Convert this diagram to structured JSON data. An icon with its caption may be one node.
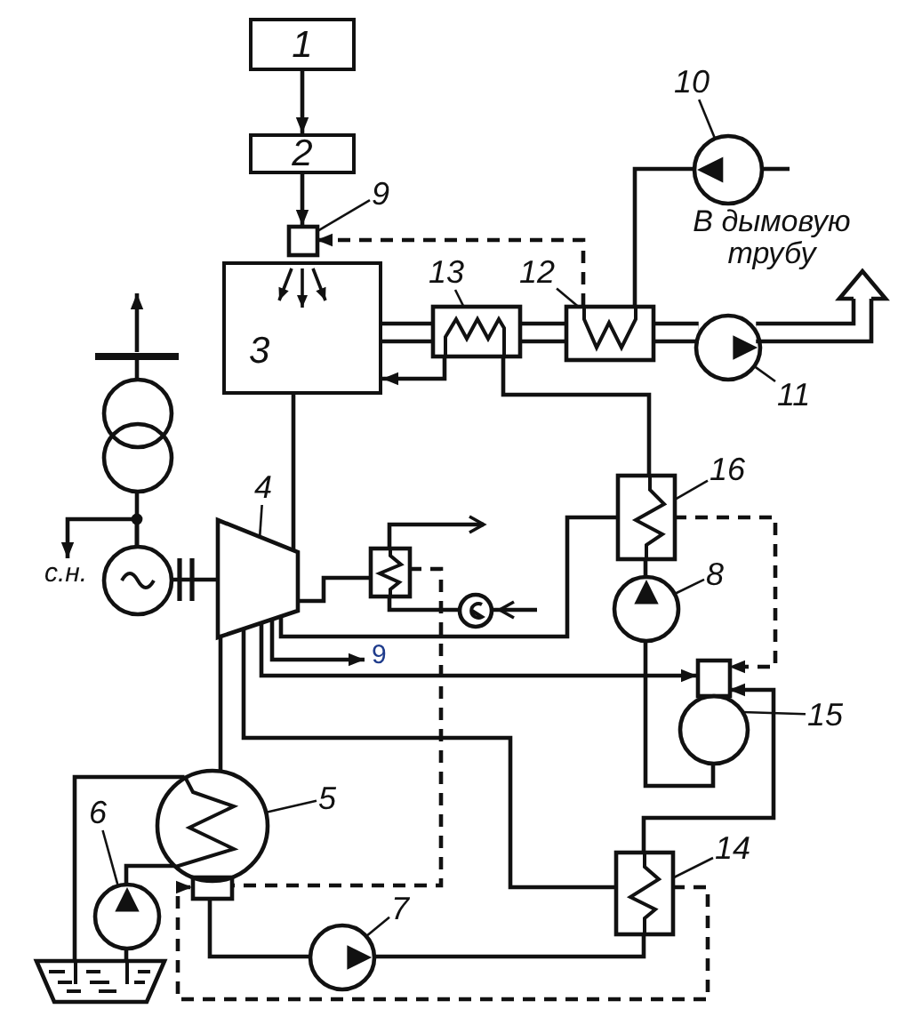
{
  "diagram": {
    "nodes": [
      {
        "text": [
          "1"
        ]
      },
      {
        "text": [
          "2"
        ]
      },
      {
        "text": [
          "9"
        ]
      },
      {
        "text": [],
        "shape": "box"
      },
      {
        "text": [
          "3"
        ]
      },
      {
        "text": [
          "10"
        ]
      },
      {
        "text": [],
        "shape": "circle"
      },
      {
        "text": [
          "13"
        ]
      },
      {
        "text": [
          "12"
        ]
      },
      {
        "text": [],
        "shape": "box"
      },
      {
        "text": [],
        "shape": "box"
      },
      {
        "text": [],
        "shape": "circle"
      },
      {
        "text": [
          "11"
        ]
      },
      {
        "text": [
          "16"
        ]
      },
      {
        "text": [],
        "shape": "box"
      },
      {
        "text": [
          "4"
        ]
      },
      {
        "text": [],
        "shape": "trapezoid"
      },
      {
        "text": [],
        "shape": "bar"
      },
      {
        "text": [],
        "shape": "circle"
      },
      {
        "text": [],
        "shape": "circle"
      },
      {
        "text": [
          "с.н."
        ]
      },
      {
        "text": [],
        "shape": "box"
      },
      {
        "text": [],
        "shape": "circle"
      },
      {
        "text": [
          "8"
        ]
      },
      {
        "text": [],
        "shape": "circle"
      },
      {
        "text": [
          "9"
        ]
      },
      {
        "text": [],
        "shape": "circle"
      },
      {
        "text": [
          "15"
        ]
      },
      {
        "text": [
          "5"
        ]
      },
      {
        "text": [],
        "shape": "circle"
      },
      {
        "text": [
          "6"
        ]
      },
      {
        "text": [],
        "shape": "circle"
      },
      {
        "text": [],
        "shape": "box"
      },
      {
        "text": [
          "7"
        ]
      },
      {
        "text": [],
        "shape": "circle"
      },
      {
        "text": [
          "14"
        ]
      },
      {
        "text": [],
        "shape": "box"
      },
      {
        "text": [],
        "shape": "tank"
      },
      {
        "text": [
          "В дымовую трубу"
        ]
      }
    ],
    "edges": [
      {
        "from": 0,
        "to": 1,
        "arrow": "to"
      },
      {
        "from": 1,
        "to": 3,
        "arrow": "to"
      },
      {
        "from": 2,
        "to": 3,
        "arrow": "none"
      },
      {
        "from": 10,
        "to": 3,
        "arrow": "to",
        "style": "dashed"
      },
      {
        "from": 6,
        "to": 10,
        "arrow": "none"
      },
      {
        "from": 5,
        "to": 6,
        "arrow": "none"
      },
      {
        "from": 4,
        "to": 9,
        "arrow": "none",
        "style": "thick"
      },
      {
        "from": 9,
        "to": 10,
        "arrow": "none",
        "style": "thick"
      },
      {
        "from": 10,
        "to": 11,
        "arrow": "none",
        "style": "thick"
      },
      {
        "from": 11,
        "to": 38,
        "arrow": "to",
        "style": "thick"
      },
      {
        "from": 7,
        "to": 9,
        "arrow": "none"
      },
      {
        "from": 8,
        "to": 10,
        "arrow": "none"
      },
      {
        "from": 12,
        "to": 11,
        "arrow": "none"
      },
      {
        "from": 9,
        "to": 4,
        "arrow": "to"
      },
      {
        "from": 14,
        "to": 9,
        "arrow": "none"
      },
      {
        "from": 13,
        "to": 14,
        "arrow": "none"
      },
      {
        "from": 4,
        "to": 16,
        "arrow": "none"
      },
      {
        "from": 15,
        "to": 16,
        "arrow": "none"
      },
      {
        "from": 16,
        "to": 19,
        "arrow": "none"
      },
      {
        "from": 19,
        "to": 18,
        "arrow": "none"
      },
      {
        "from": 18,
        "to": 17,
        "arrow": "none"
      },
      {
        "from": 17,
        "to": null,
        "arrow": "to"
      },
      {
        "from": 19,
        "to": 20,
        "arrow": "to"
      },
      {
        "from": 16,
        "to": 21,
        "arrow": "none"
      },
      {
        "from": 21,
        "to": null,
        "arrow": "to"
      },
      {
        "from": null,
        "to": 22,
        "arrow": "to"
      },
      {
        "from": 22,
        "to": 21,
        "arrow": "none"
      },
      {
        "from": 16,
        "to": 14,
        "arrow": "none"
      },
      {
        "from": 16,
        "to": 25,
        "arrow": "to"
      },
      {
        "from": 16,
        "to": 26,
        "arrow": "to"
      },
      {
        "from": 16,
        "to": 29,
        "arrow": "none"
      },
      {
        "from": 16,
        "to": 36,
        "arrow": "none"
      },
      {
        "from": 21,
        "to": 32,
        "arrow": "none",
        "style": "dashed"
      },
      {
        "from": 24,
        "to": 14,
        "arrow": "none"
      },
      {
        "from": 14,
        "to": 26,
        "arrow": "to",
        "style": "dashed"
      },
      {
        "from": 23,
        "to": 24,
        "arrow": "none"
      },
      {
        "from": 26,
        "to": 24,
        "arrow": "none"
      },
      {
        "from": 27,
        "to": 26,
        "arrow": "none"
      },
      {
        "from": 36,
        "to": 26,
        "arrow": "to"
      },
      {
        "from": 28,
        "to": 29,
        "arrow": "none"
      },
      {
        "from": 37,
        "to": 31,
        "arrow": "none"
      },
      {
        "from": 31,
        "to": 29,
        "arrow": "none"
      },
      {
        "from": 29,
        "to": 37,
        "arrow": "none"
      },
      {
        "from": 30,
        "to": 31,
        "arrow": "none"
      },
      {
        "from": 32,
        "to": 34,
        "arrow": "none"
      },
      {
        "from": 33,
        "to": 34,
        "arrow": "none"
      },
      {
        "from": 34,
        "to": 36,
        "arrow": "none"
      },
      {
        "from": 35,
        "to": 36,
        "arrow": "none"
      },
      {
        "from": 36,
        "to": 32,
        "arrow": "to",
        "style": "dashed"
      },
      {
        "from": null,
        "to": 6,
        "arrow": "none"
      }
    ]
  }
}
